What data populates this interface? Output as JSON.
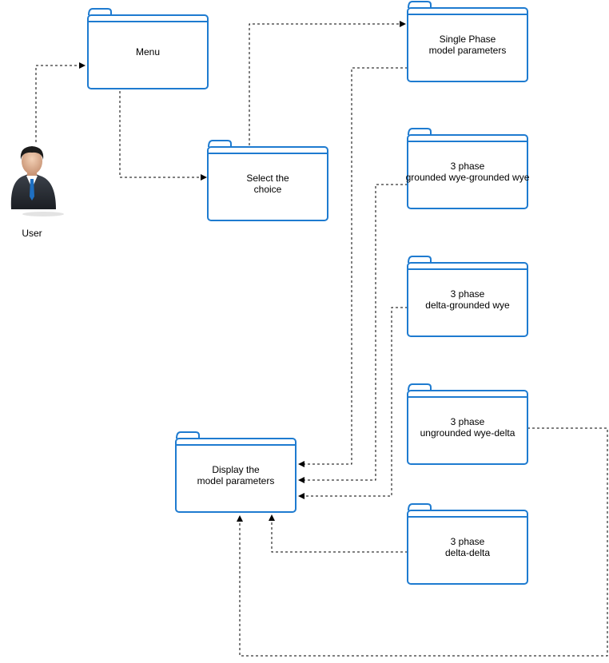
{
  "colors": {
    "folder_stroke": "#1e7bd0",
    "connector": "#000000",
    "background": "#ffffff"
  },
  "actor": {
    "icon": "user-icon",
    "label": "User"
  },
  "folders": [
    {
      "id": "menu",
      "icon": "folder-icon",
      "lines": [
        "Menu"
      ]
    },
    {
      "id": "select-choice",
      "icon": "folder-icon",
      "lines": [
        "Select the",
        "choice"
      ]
    },
    {
      "id": "single-phase",
      "icon": "folder-icon",
      "lines": [
        "Single Phase",
        "model parameters"
      ]
    },
    {
      "id": "gywye-gywye",
      "icon": "folder-icon",
      "lines": [
        "3 phase",
        "grounded wye-grounded wye"
      ]
    },
    {
      "id": "delta-gywye",
      "icon": "folder-icon",
      "lines": [
        "3 phase",
        "delta-grounded wye"
      ]
    },
    {
      "id": "uwye-delta",
      "icon": "folder-icon",
      "lines": [
        "3 phase",
        "ungrounded wye-delta"
      ]
    },
    {
      "id": "delta-delta",
      "icon": "folder-icon",
      "lines": [
        "3 phase",
        "delta-delta"
      ]
    },
    {
      "id": "display",
      "icon": "folder-icon",
      "lines": [
        "Display the",
        "model parameters"
      ]
    }
  ],
  "connectors": [
    {
      "from": "user",
      "to": "menu",
      "style": "dashed-arrow"
    },
    {
      "from": "menu",
      "to": "select-choice",
      "style": "dashed-arrow"
    },
    {
      "from": "select-choice",
      "to": "single-phase",
      "style": "dashed-arrow"
    },
    {
      "from": "single-phase",
      "to": "display",
      "style": "dashed-arrow"
    },
    {
      "from": "gywye-gywye",
      "to": "display",
      "style": "dashed-arrow"
    },
    {
      "from": "delta-gywye",
      "to": "display",
      "style": "dashed-arrow"
    },
    {
      "from": "uwye-delta",
      "to": "display",
      "style": "dashed-arrow"
    },
    {
      "from": "delta-delta",
      "to": "display",
      "style": "dashed-arrow"
    }
  ]
}
